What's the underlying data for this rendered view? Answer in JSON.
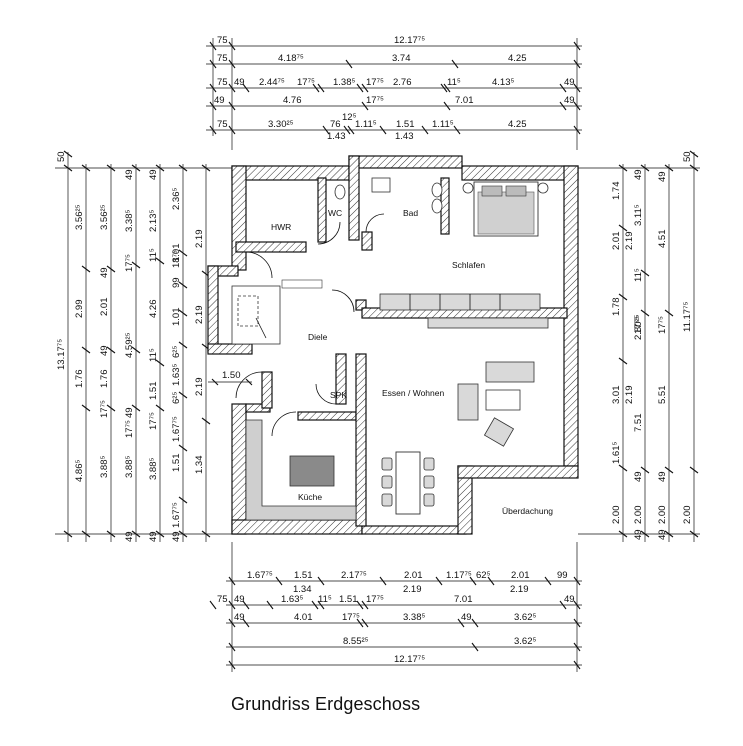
{
  "caption": "Grundriss Erdgeschoss",
  "rooms": {
    "hwr": "HWR",
    "wc": "WC",
    "bad": "Bad",
    "schlafen": "Schlafen",
    "diele": "Diele",
    "spk": "SPK",
    "essen": "Essen / Wohnen",
    "kueche": "Küche",
    "ueberdachung": "Überdachung"
  },
  "dims_top": {
    "row1": [
      "75",
      "12.17⁷⁵"
    ],
    "row2": [
      "75",
      "4.18⁷⁵",
      "3.74",
      "4.25"
    ],
    "row3": [
      "75",
      "49",
      "2.44⁷⁵",
      "17⁷⁵",
      "1.38⁵",
      "17⁷⁵",
      "2.76",
      "11⁵",
      "4.13⁵",
      "49"
    ],
    "row4": [
      "49",
      "4.76",
      "17⁷⁵",
      "7.01",
      "49"
    ],
    "row5": [
      "75",
      "3.30²⁵",
      "76",
      "12⁵",
      "1.11⁵",
      "1.51",
      "1.11⁵",
      "4.25",
      "1.43",
      "1.43"
    ]
  },
  "dims_left": {
    "col1": [
      "50",
      "13.17⁷⁵"
    ],
    "col2": [
      "3.56²⁵",
      "2.99",
      "1.76",
      "4.86⁵"
    ],
    "col3": [
      "3.56²⁵",
      "2.01",
      "1.76",
      "3.88⁵",
      "49",
      "49",
      "17⁷⁵"
    ],
    "col4": [
      "49",
      "3.38⁵",
      "17⁷⁵",
      "4.59²⁵",
      "49",
      "3.88⁵",
      "49",
      "17⁷⁵"
    ],
    "col5": [
      "49",
      "2.13⁵",
      "11⁵",
      "4.26",
      "11⁵",
      "1.51",
      "17⁷⁵",
      "3.88⁵",
      "49"
    ],
    "col6": [
      "2.36⁵",
      "18⁷⁵",
      "1.01",
      "99",
      "1.01",
      "6²⁵",
      "1.63⁵",
      "6²⁵",
      "1.67⁷⁵",
      "1.51",
      "1.67⁷⁵",
      "49"
    ],
    "col7": [
      "2.19",
      "2.19",
      "2.19",
      "1.34"
    ]
  },
  "dims_right": {
    "col1": [
      "1.74",
      "2.01",
      "2.19",
      "1.78",
      "3.01",
      "2.19",
      "1.61⁵",
      "2.00"
    ],
    "col2": [
      "49",
      "3.11⁵",
      "11⁵",
      "2.80²⁵",
      "17⁷⁵",
      "7.51",
      "49",
      "2.00",
      "49"
    ],
    "col3": [
      "49",
      "4.51",
      "17⁷⁵",
      "5.51",
      "49",
      "2.00",
      "49"
    ],
    "col4": [
      "50",
      "11.17⁷⁵",
      "2.00"
    ]
  },
  "dims_bottom": {
    "row1": [
      "1.67⁷⁵",
      "1.51",
      "2.17⁷⁵",
      "2.01",
      "1.17⁷⁵",
      "62⁵",
      "2.01",
      "99"
    ],
    "row2": [
      "1.34",
      "2.19",
      "2.19"
    ],
    "row3": [
      "75",
      "49",
      "1.63⁵",
      "11⁵",
      "1.51",
      "17⁷⁵",
      "7.01",
      "49"
    ],
    "row4": [
      "49",
      "4.01",
      "17⁷⁵",
      "3.38⁵",
      "49",
      "3.62⁵"
    ],
    "row5": [
      "8.55²⁵",
      "3.62⁵"
    ],
    "row6": [
      "12.17⁷⁵"
    ]
  },
  "dims_misc": {
    "entrance_width": "1.50"
  }
}
